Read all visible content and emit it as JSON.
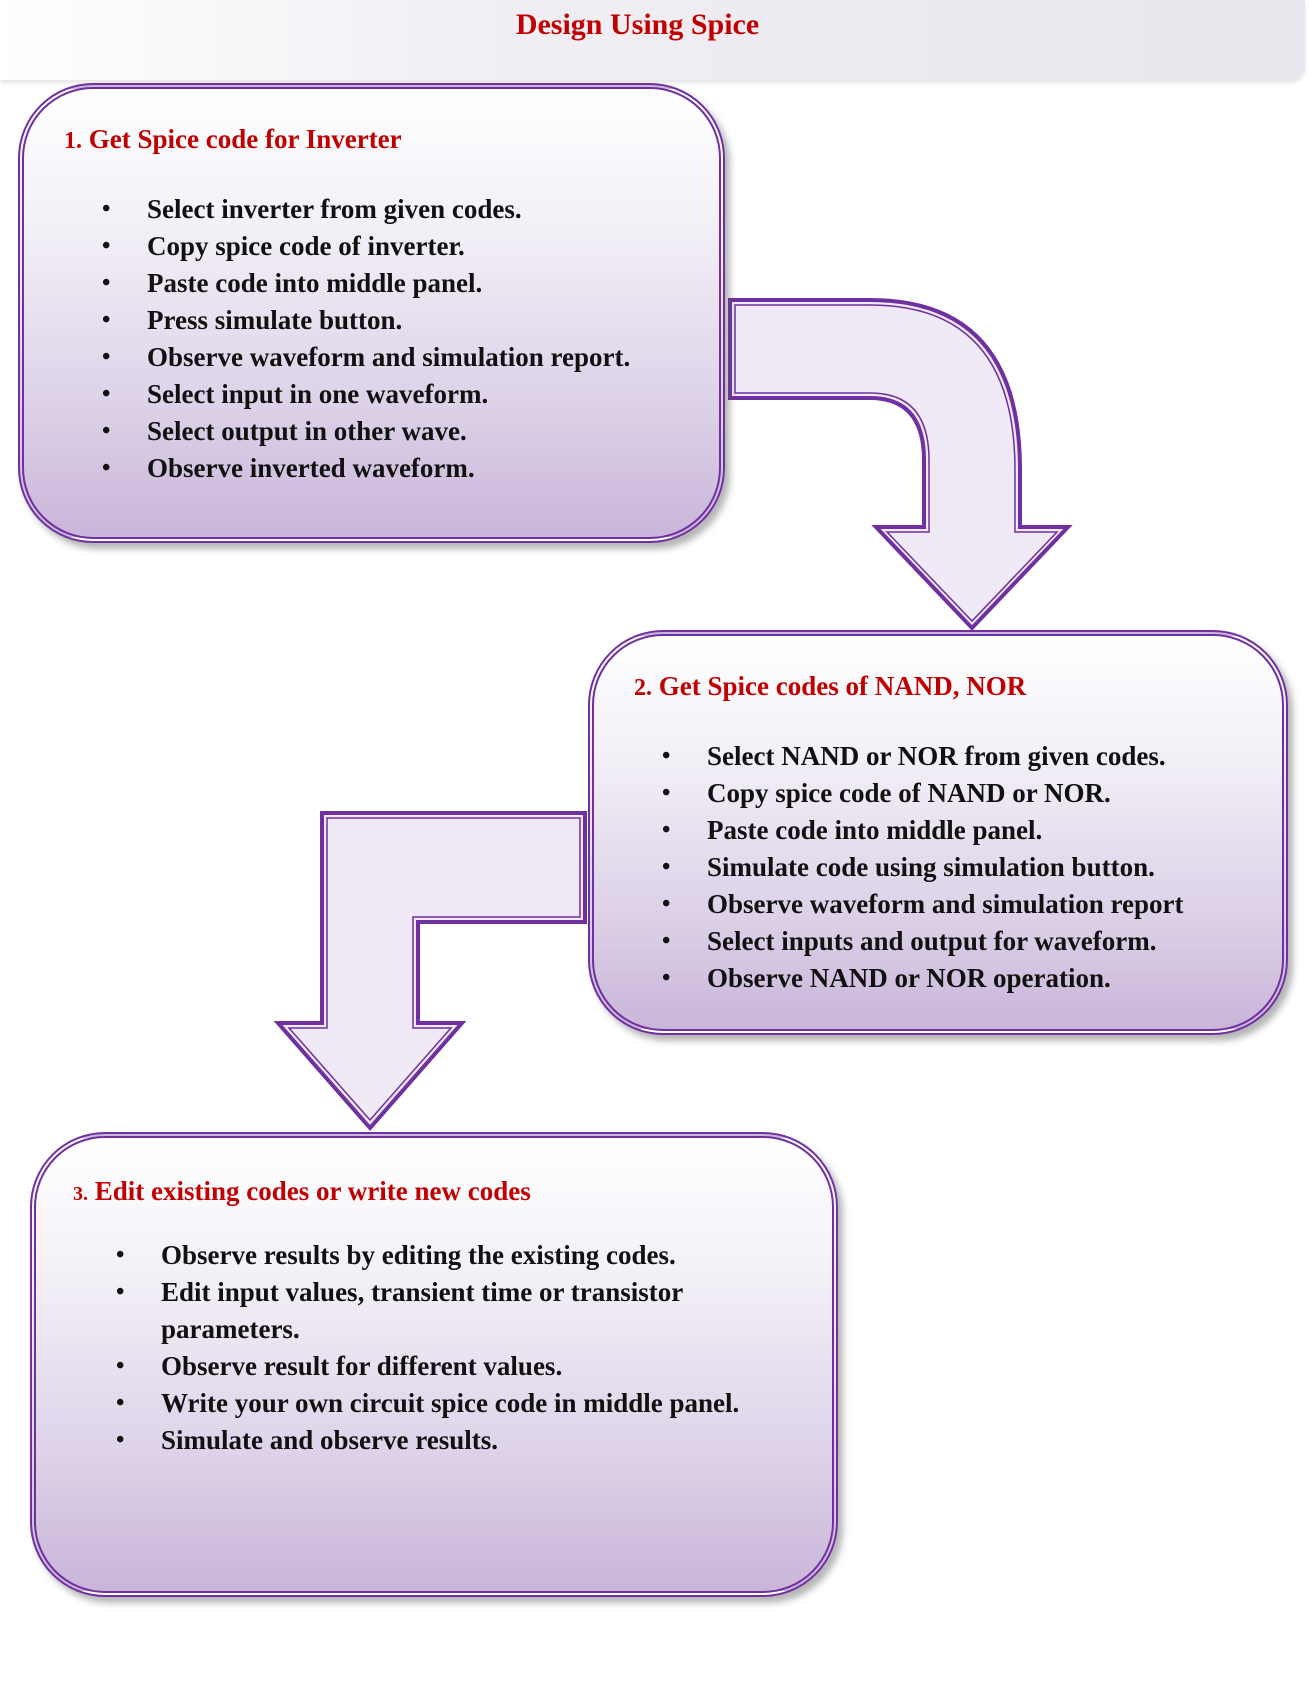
{
  "header": {
    "title": "Design Using Spice"
  },
  "steps": [
    {
      "number": "1.",
      "title": "Get Spice code for Inverter",
      "items": [
        "Select inverter from given codes.",
        "Copy spice code of inverter.",
        "Paste code into middle panel.",
        "Press simulate button.",
        "Observe waveform and simulation report.",
        "Select input in one waveform.",
        "Select output in other wave.",
        "Observe inverted waveform."
      ]
    },
    {
      "number": "2.",
      "title": "Get Spice codes of NAND, NOR",
      "items": [
        "Select NAND or NOR from given codes.",
        "Copy spice code of NAND or NOR.",
        "Paste code into middle panel.",
        "Simulate code using simulation button.",
        "Observe waveform and simulation report",
        "Select inputs and output for waveform.",
        "Observe NAND or NOR operation."
      ]
    },
    {
      "number": "3.",
      "title": "Edit existing codes or write new codes",
      "items": [
        "Observe results by editing the existing codes.",
        "Edit input values, transient time or transistor parameters.",
        "Observe result for different values.",
        "Write your own circuit spice code in middle panel.",
        "Simulate and observe results."
      ]
    }
  ],
  "colors": {
    "title_red": "#c00000",
    "border_purple": "#7030a0",
    "arrow_fill": "#f0e9f6"
  }
}
